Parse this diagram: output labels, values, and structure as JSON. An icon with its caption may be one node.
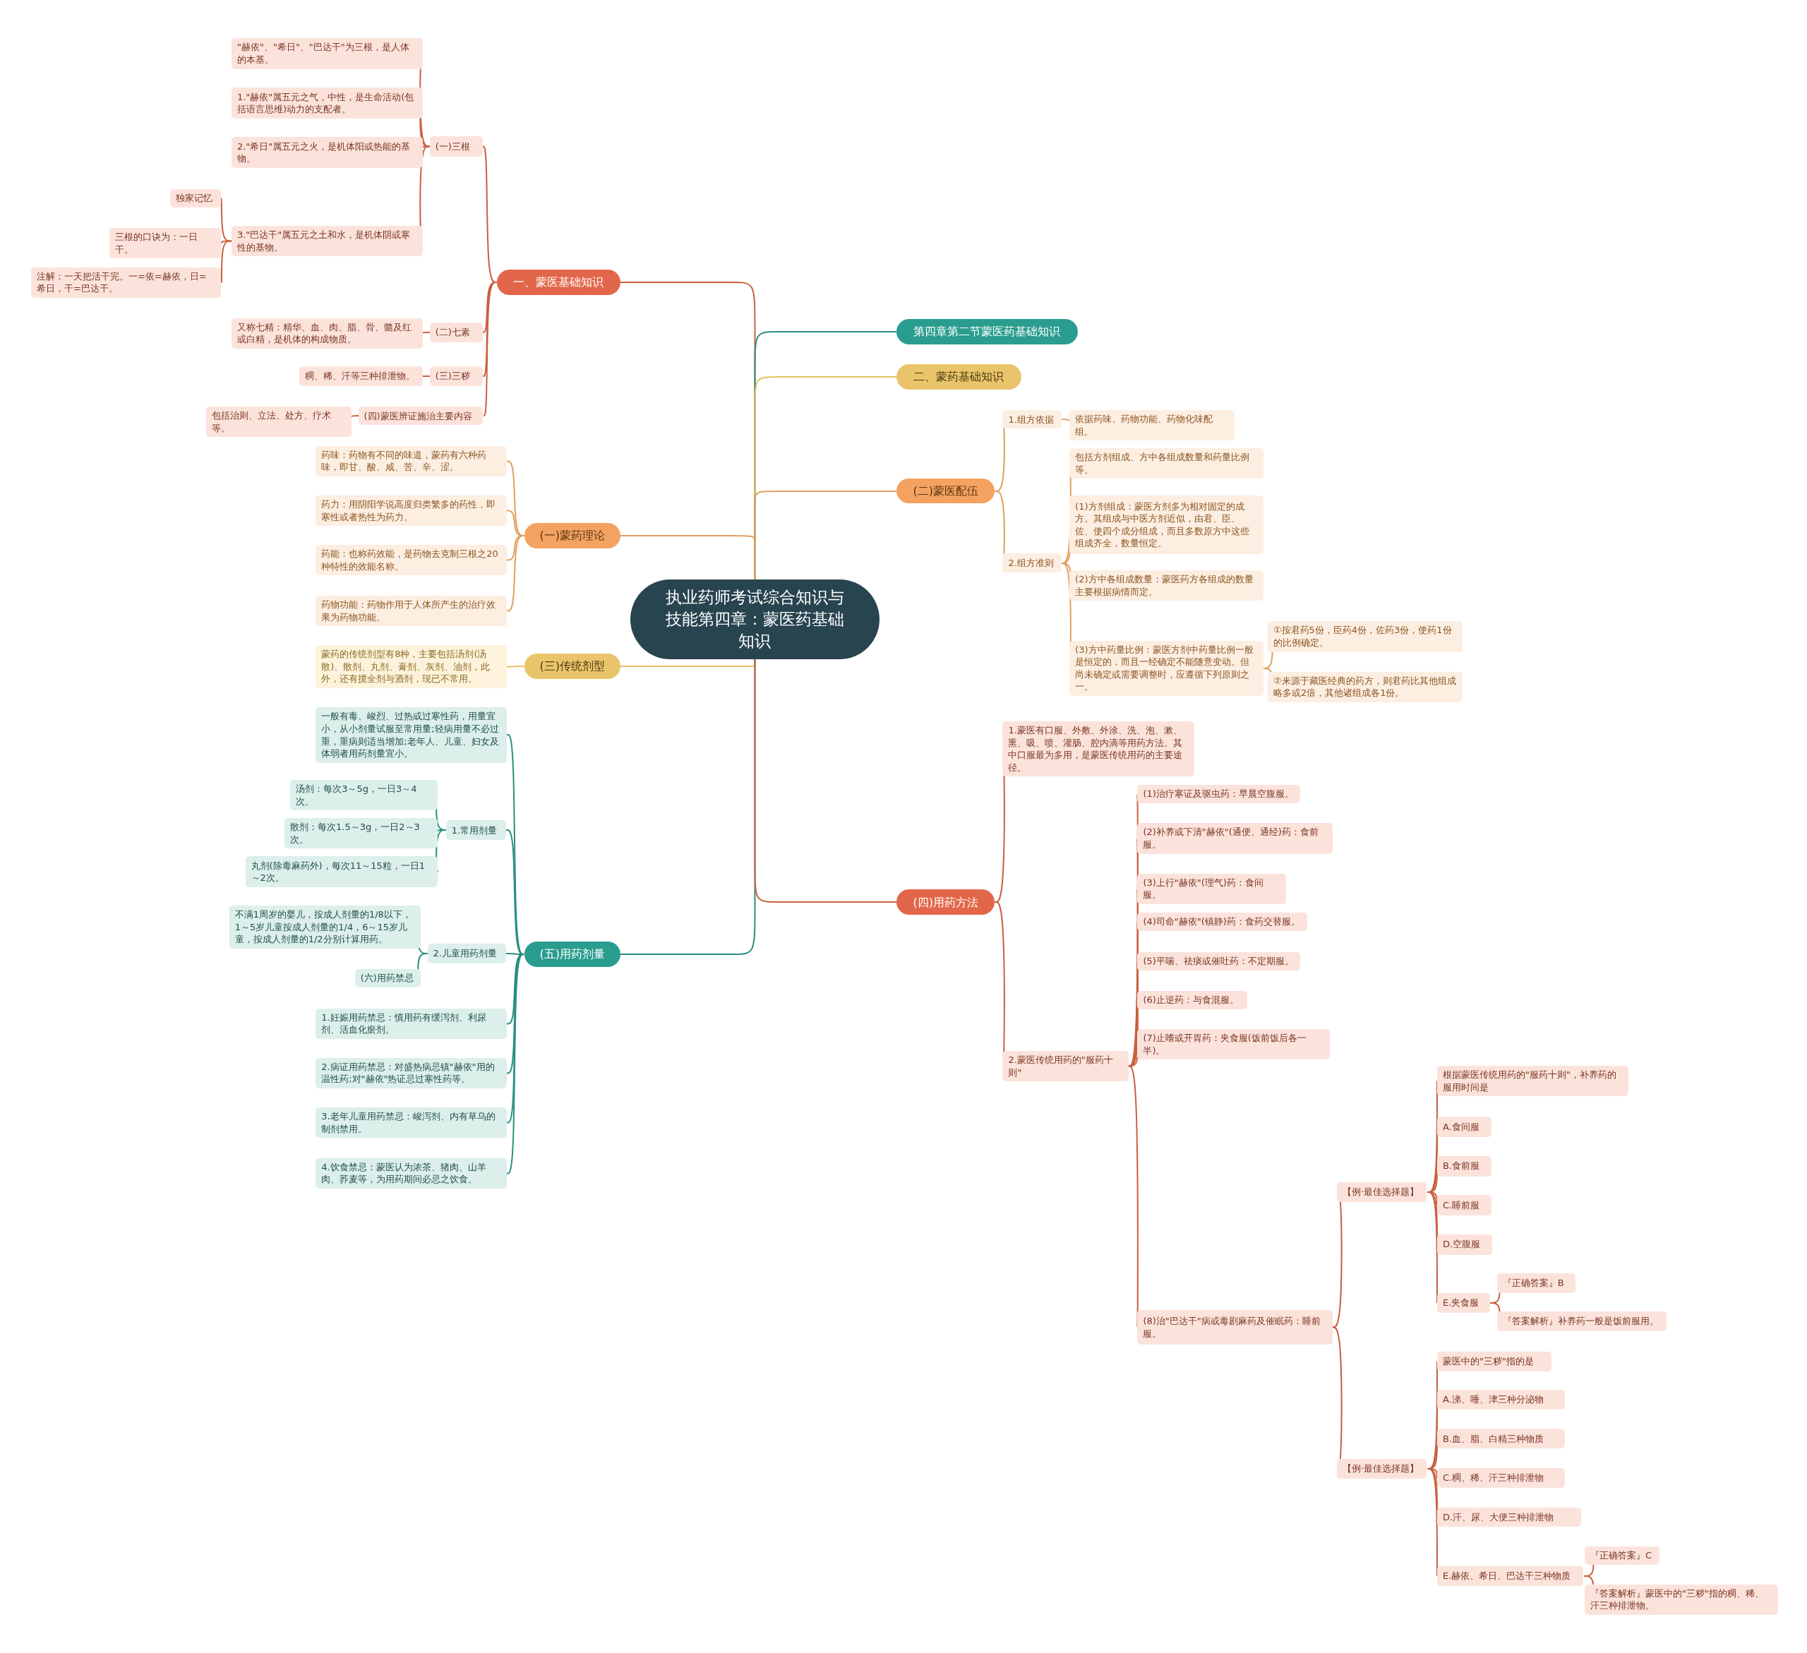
{
  "diagram": {
    "nodes": [
      {
        "text": [
          "执业药师考试综合知识与技能第四章：蒙医药基础知识"
        ]
      },
      {
        "text": [
          "一、蒙医基础知识"
        ]
      },
      {
        "text": [
          "(一)三根"
        ]
      },
      {
        "text": [
          "\"赫依\"、\"希日\"、\"巴达干\"为三根，是人体的本基。"
        ]
      },
      {
        "text": [
          "1.\"赫依\"属五元之气，中性，是生命活动(包括语言思维)动力的支配者。"
        ]
      },
      {
        "text": [
          "2.\"希日\"属五元之火，是机体阳或热能的基物。"
        ]
      },
      {
        "text": [
          "3.\"巴达干\"属五元之土和水，是机体阴或寒性的基物。"
        ]
      },
      {
        "text": [
          "独家记忆"
        ]
      },
      {
        "text": [
          "三根的口诀为：一日干。"
        ]
      },
      {
        "text": [
          "注解：一天把活干完。一=依=赫依，日=希日，干=巴达干。"
        ]
      },
      {
        "text": [
          "(二)七素"
        ]
      },
      {
        "text": [
          "又称七精：精华、血、肉、脂、骨、髓及红或白精，是机体的构成物质。"
        ]
      },
      {
        "text": [
          "(三)三秽"
        ]
      },
      {
        "text": [
          "稠、稀、汗等三种排泄物。"
        ]
      },
      {
        "text": [
          "(四)蒙医辨证施治主要内容"
        ]
      },
      {
        "text": [
          "包括治则、立法、处方、疗术等。"
        ]
      },
      {
        "text": [
          "(一)蒙药理论"
        ]
      },
      {
        "text": [
          "药味：药物有不同的味道，蒙药有六种药味，即甘、酸、咸、苦、辛、涩。"
        ]
      },
      {
        "text": [
          "药力：用阴阳学说高度归类繁多的药性，即寒性或者热性为药力。"
        ]
      },
      {
        "text": [
          "药能：也称药效能，是药物去克制三根之20种特性的效能名称。"
        ]
      },
      {
        "text": [
          "药物功能：药物作用于人体所产生的治疗效果为药物功能。"
        ]
      },
      {
        "text": [
          "(三)传统剂型"
        ]
      },
      {
        "text": [
          "蒙药的传统剂型有8种，主要包括汤剂(汤散)、散剂、丸剂、膏剂、灰剂、油剂，此外，还有搅全剂与酒剂，现已不常用。"
        ]
      },
      {
        "text": [
          "(五)用药剂量"
        ]
      },
      {
        "text": [
          "一般有毒、峻烈、过热或过寒性药，用量宜小，从小剂量试服至常用量;轻病用量不必过重，重病则适当增加;老年人、儿童、妇女及体弱者用药剂量宜小。"
        ]
      },
      {
        "text": [
          "1.常用剂量"
        ]
      },
      {
        "text": [
          "汤剂：每次3～5g，一日3～4次。"
        ]
      },
      {
        "text": [
          "散剂：每次1.5～3g，一日2～3次。"
        ]
      },
      {
        "text": [
          "丸剂(除毒麻药外)，每次11～15粒，一日1～2次。"
        ]
      },
      {
        "text": [
          "2.儿童用药剂量"
        ]
      },
      {
        "text": [
          "不满1周岁的婴儿，按成人剂量的1/8以下，1～5岁儿童按成人剂量的1/4，6～15岁儿童，按成人剂量的1/2分别计算用药。"
        ]
      },
      {
        "text": [
          "(六)用药禁忌"
        ]
      },
      {
        "text": [
          "1.妊娠用药禁忌：慎用药有缓泻剂、利尿剂、活血化瘀剂。"
        ]
      },
      {
        "text": [
          "2.病证用药禁忌：对盛热病忌镇\"赫依\"用的温性药;对\"赫依\"热证忌过寒性药等。"
        ]
      },
      {
        "text": [
          "3.老年儿童用药禁忌：峻泻剂、内有草乌的制剂禁用。"
        ]
      },
      {
        "text": [
          "4.饮食禁忌：蒙医认为浓茶、猪肉、山羊肉、荞麦等，为用药期间必忌之饮食。"
        ]
      },
      {
        "text": [
          "第四章第二节蒙医药基础知识"
        ]
      },
      {
        "text": [
          "二、蒙药基础知识"
        ]
      },
      {
        "text": [
          "(二)蒙医配伍"
        ]
      },
      {
        "text": [
          "1.组方依据"
        ]
      },
      {
        "text": [
          "依据药味、药物功能、药物化味配组。"
        ]
      },
      {
        "text": [
          "2.组方准则"
        ]
      },
      {
        "text": [
          "包括方剂组成、方中各组成数量和药量比例等。"
        ]
      },
      {
        "text": [
          "(1)方剂组成：蒙医方剂多为相对固定的成方。其组成与中医方剂近似，由君、臣、佐、使四个成分组成，而且多数原方中这些组成齐全，数量恒定。"
        ]
      },
      {
        "text": [
          "(2)方中各组成数量：蒙医药方各组成的数量主要根据病情而定。"
        ]
      },
      {
        "text": [
          "(3)方中药量比例：蒙医方剂中药量比例一般是恒定的，而且一经确定不能随意变动。但尚未确定或需要调整时，应遵循下列原则之一。"
        ]
      },
      {
        "text": [
          "①按君药5份，臣药4份，佐药3份，使药1份的比例确定。"
        ]
      },
      {
        "text": [
          "②来源于藏医经典的药方，则君药比其他组成略多或2倍，其他诸组成各1份。"
        ]
      },
      {
        "text": [
          "(四)用药方法"
        ]
      },
      {
        "text": [
          "1.蒙医有口服、外敷、外涂、洗、泡、漱、熏、吸、喷、灌肠、腔内滴等用药方法。其中口服最为多用，是蒙医传统用药的主要途径。"
        ]
      },
      {
        "text": [
          "2.蒙医传统用药的\"服药十则\""
        ]
      },
      {
        "text": [
          "(1)治疗寒证及驱虫药：早晨空腹服。"
        ]
      },
      {
        "text": [
          "(2)补养或下清\"赫依\"(通便、通经)药：食前服。"
        ]
      },
      {
        "text": [
          "(3)上行\"赫依\"(理气)药：食间服。"
        ]
      },
      {
        "text": [
          "(4)司命\"赫依\"(镇静)药：食药交替服。"
        ]
      },
      {
        "text": [
          "(5)平喘、祛痰或催吐药：不定期服。"
        ]
      },
      {
        "text": [
          "(6)止逆药：与食混服。"
        ]
      },
      {
        "text": [
          "(7)止嗜或开胃药：夹食服(饭前饭后各一半)。"
        ]
      },
      {
        "text": [
          "(8)治\"巴达干\"病或毒剧麻药及催眠药：睡前服。"
        ]
      },
      {
        "text": [
          "【例·最佳选择题】"
        ]
      },
      {
        "text": [
          "根据蒙医传统用药的\"服药十则\"，补养药的服用时间是"
        ]
      },
      {
        "text": [
          "A.食间服"
        ]
      },
      {
        "text": [
          "B.食前服"
        ]
      },
      {
        "text": [
          "C.睡前服"
        ]
      },
      {
        "text": [
          "D.空腹服"
        ]
      },
      {
        "text": [
          "E.夹食服"
        ]
      },
      {
        "text": [
          "『正确答案』B"
        ]
      },
      {
        "text": [
          "『答案解析』补养药一般是饭前服用。"
        ]
      },
      {
        "text": [
          "【例·最佳选择题】"
        ]
      },
      {
        "text": [
          "蒙医中的\"三秽\"指的是"
        ]
      },
      {
        "text": [
          "A.涕、唾、津三种分泌物"
        ]
      },
      {
        "text": [
          "B.血、脂、白精三种物质"
        ]
      },
      {
        "text": [
          "C.稠、稀、汗三种排泄物"
        ]
      },
      {
        "text": [
          "D.汗、尿、大便三种排泄物"
        ]
      },
      {
        "text": [
          "E.赫依、希日、巴达干三种物质"
        ]
      },
      {
        "text": [
          "『正确答案』C"
        ]
      },
      {
        "text": [
          "『答案解析』蒙医中的\"三秽\"指的稠、稀、汗三种排泄物。"
        ]
      }
    ],
    "edges": [
      {
        "from": 0,
        "to": 1,
        "arrow": "none"
      },
      {
        "from": 1,
        "to": 2,
        "arrow": "none"
      },
      {
        "from": 2,
        "to": 3,
        "arrow": "none"
      },
      {
        "from": 2,
        "to": 4,
        "arrow": "none"
      },
      {
        "from": 2,
        "to": 5,
        "arrow": "none"
      },
      {
        "from": 2,
        "to": 6,
        "arrow": "none"
      },
      {
        "from": 6,
        "to": 7,
        "arrow": "none"
      },
      {
        "from": 6,
        "to": 8,
        "arrow": "none"
      },
      {
        "from": 6,
        "to": 9,
        "arrow": "none"
      },
      {
        "from": 1,
        "to": 10,
        "arrow": "none"
      },
      {
        "from": 10,
        "to": 11,
        "arrow": "none"
      },
      {
        "from": 1,
        "to": 12,
        "arrow": "none"
      },
      {
        "from": 12,
        "to": 13,
        "arrow": "none"
      },
      {
        "from": 1,
        "to": 14,
        "arrow": "none"
      },
      {
        "from": 14,
        "to": 15,
        "arrow": "none"
      },
      {
        "from": 0,
        "to": 16,
        "arrow": "none",
        "color": "#e0a060"
      },
      {
        "from": 16,
        "to": 17,
        "arrow": "none",
        "color": "#e0a060"
      },
      {
        "from": 16,
        "to": 18,
        "arrow": "none",
        "color": "#e0a060"
      },
      {
        "from": 16,
        "to": 19,
        "arrow": "none",
        "color": "#e0a060"
      },
      {
        "from": 16,
        "to": 20,
        "arrow": "none",
        "color": "#e0a060"
      },
      {
        "from": 0,
        "to": 21,
        "arrow": "none",
        "color": "#e3c060"
      },
      {
        "from": 21,
        "to": 22,
        "arrow": "none",
        "color": "#e3c060"
      },
      {
        "from": 0,
        "to": 23,
        "arrow": "none",
        "color": "#2a8f80"
      },
      {
        "from": 23,
        "to": 24,
        "arrow": "none",
        "color": "#2a8f80"
      },
      {
        "from": 23,
        "to": 25,
        "arrow": "none",
        "color": "#2a8f80"
      },
      {
        "from": 25,
        "to": 26,
        "arrow": "none",
        "color": "#2a8f80"
      },
      {
        "from": 25,
        "to": 27,
        "arrow": "none",
        "color": "#2a8f80"
      },
      {
        "from": 25,
        "to": 28,
        "arrow": "none",
        "color": "#2a8f80"
      },
      {
        "from": 23,
        "to": 29,
        "arrow": "none",
        "color": "#2a8f80"
      },
      {
        "from": 29,
        "to": 30,
        "arrow": "none",
        "color": "#2a8f80"
      },
      {
        "from": 29,
        "to": 31,
        "arrow": "none",
        "color": "#2a8f80"
      },
      {
        "from": 23,
        "to": 32,
        "arrow": "none",
        "color": "#2a8f80"
      },
      {
        "from": 23,
        "to": 33,
        "arrow": "none",
        "color": "#2a8f80"
      },
      {
        "from": 23,
        "to": 34,
        "arrow": "none",
        "color": "#2a8f80"
      },
      {
        "from": 23,
        "to": 35,
        "arrow": "none",
        "color": "#2a8f80"
      },
      {
        "from": 0,
        "to": 36,
        "arrow": "none",
        "color": "#2a8f80"
      },
      {
        "from": 0,
        "to": 37,
        "arrow": "none",
        "color": "#e3c060"
      },
      {
        "from": 0,
        "to": 38,
        "arrow": "none",
        "color": "#e0a060"
      },
      {
        "from": 38,
        "to": 39,
        "arrow": "none",
        "color": "#e0a060"
      },
      {
        "from": 39,
        "to": 40,
        "arrow": "none",
        "color": "#e0a060"
      },
      {
        "from": 38,
        "to": 41,
        "arrow": "none",
        "color": "#e0a060"
      },
      {
        "from": 41,
        "to": 42,
        "arrow": "none",
        "color": "#e0a060"
      },
      {
        "from": 41,
        "to": 43,
        "arrow": "none",
        "color": "#e0a060"
      },
      {
        "from": 41,
        "to": 44,
        "arrow": "none",
        "color": "#e0a060"
      },
      {
        "from": 41,
        "to": 45,
        "arrow": "none",
        "color": "#e0a060"
      },
      {
        "from": 45,
        "to": 46,
        "arrow": "none",
        "color": "#e0a060"
      },
      {
        "from": 45,
        "to": 47,
        "arrow": "none",
        "color": "#e0a060"
      },
      {
        "from": 0,
        "to": 48,
        "arrow": "none"
      },
      {
        "from": 48,
        "to": 49,
        "arrow": "none"
      },
      {
        "from": 48,
        "to": 50,
        "arrow": "none"
      },
      {
        "from": 50,
        "to": 51,
        "arrow": "none"
      },
      {
        "from": 50,
        "to": 52,
        "arrow": "none"
      },
      {
        "from": 50,
        "to": 53,
        "arrow": "none"
      },
      {
        "from": 50,
        "to": 54,
        "arrow": "none"
      },
      {
        "from": 50,
        "to": 55,
        "arrow": "none"
      },
      {
        "from": 50,
        "to": 56,
        "arrow": "none"
      },
      {
        "from": 50,
        "to": 57,
        "arrow": "none"
      },
      {
        "from": 50,
        "to": 58,
        "arrow": "none"
      },
      {
        "from": 58,
        "to": 59,
        "arrow": "none"
      },
      {
        "from": 59,
        "to": 60,
        "arrow": "none"
      },
      {
        "from": 59,
        "to": 61,
        "arrow": "none"
      },
      {
        "from": 59,
        "to": 62,
        "arrow": "none"
      },
      {
        "from": 59,
        "to": 63,
        "arrow": "none"
      },
      {
        "from": 59,
        "to": 64,
        "arrow": "none"
      },
      {
        "from": 59,
        "to": 65,
        "arrow": "none"
      },
      {
        "from": 65,
        "to": 66,
        "arrow": "none"
      },
      {
        "from": 65,
        "to": 67,
        "arrow": "none"
      },
      {
        "from": 58,
        "to": 68,
        "arrow": "none"
      },
      {
        "from": 68,
        "to": 69,
        "arrow": "none"
      },
      {
        "from": 68,
        "to": 70,
        "arrow": "none"
      },
      {
        "from": 68,
        "to": 71,
        "arrow": "none"
      },
      {
        "from": 68,
        "to": 72,
        "arrow": "none"
      },
      {
        "from": 68,
        "to": 73,
        "arrow": "none"
      },
      {
        "from": 68,
        "to": 74,
        "arrow": "none"
      },
      {
        "from": 74,
        "to": 75,
        "arrow": "none"
      },
      {
        "from": 74,
        "to": 76,
        "arrow": "none"
      }
    ]
  }
}
